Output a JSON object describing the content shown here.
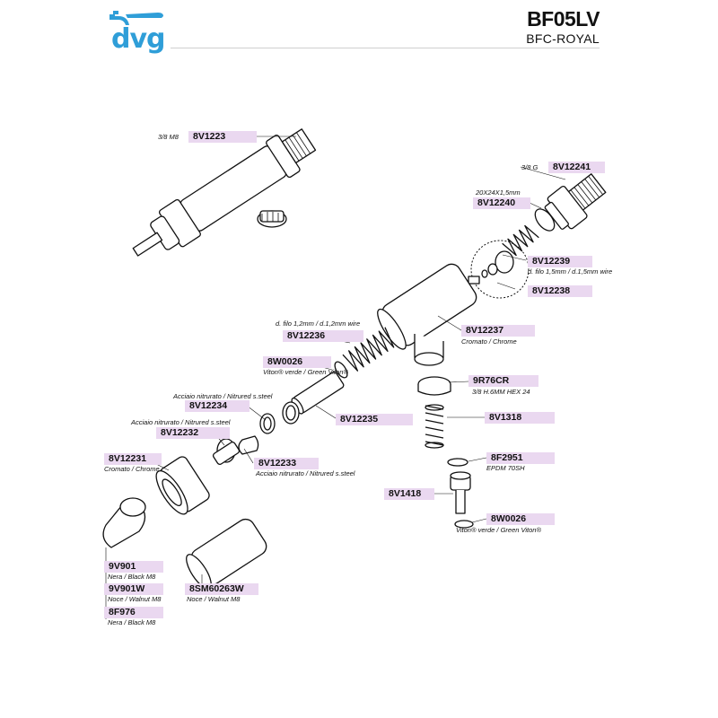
{
  "brand": {
    "logo_text": "dvg",
    "accent_color": "#2f9ed8",
    "icon": "faucet-logo-icon"
  },
  "header": {
    "code": "BF05LV",
    "model": "BFC-ROYAL"
  },
  "parts": [
    {
      "code": "8V1223",
      "note": "3/8 M8"
    },
    {
      "code": "8V12241",
      "note": "3/8 G"
    },
    {
      "code": "8V12240",
      "note": "20X24X1,5mm"
    },
    {
      "code": "8V12239",
      "note": "d. filo 1,5mm / d.1,5mm wire"
    },
    {
      "code": "8V12238",
      "note": ""
    },
    {
      "code": "8V12237",
      "note": "Cromato / Chrome"
    },
    {
      "code": "8V12236",
      "note": "d. filo 1,2mm / d.1,2mm wire"
    },
    {
      "code": "8W0026",
      "note": "Viton® verde / Green Viton®"
    },
    {
      "code": "8V12234",
      "note": "Acciaio nitrurato / Nitrured s.steel"
    },
    {
      "code": "8V12232",
      "note": "Acciaio nitrurato / Nitrured s.steel"
    },
    {
      "code": "8V12235",
      "note": ""
    },
    {
      "code": "8V12233",
      "note": "Acciaio nitrurato / Nitrured s.steel"
    },
    {
      "code": "8V12231",
      "note": "Cromato / Chrome"
    },
    {
      "code": "9R76CR",
      "note": "3/8 H.6MM HEX 24"
    },
    {
      "code": "8V1318",
      "note": ""
    },
    {
      "code": "8F2951",
      "note": "EPDM 70SH"
    },
    {
      "code": "8V1418",
      "note": ""
    },
    {
      "code": "8W0026",
      "note": "Viton® verde / Green Viton®"
    },
    {
      "code": "9V901",
      "note": "Nera / Black M8"
    },
    {
      "code": "9V901W",
      "note": "Noce / Walnut M8"
    },
    {
      "code": "8F976",
      "note": "Nera / Black M8"
    },
    {
      "code": "8SM60263W",
      "note": "Noce / Walnut M8"
    }
  ],
  "colors": {
    "tag_background": "#ead8f0",
    "line": "#111111"
  }
}
